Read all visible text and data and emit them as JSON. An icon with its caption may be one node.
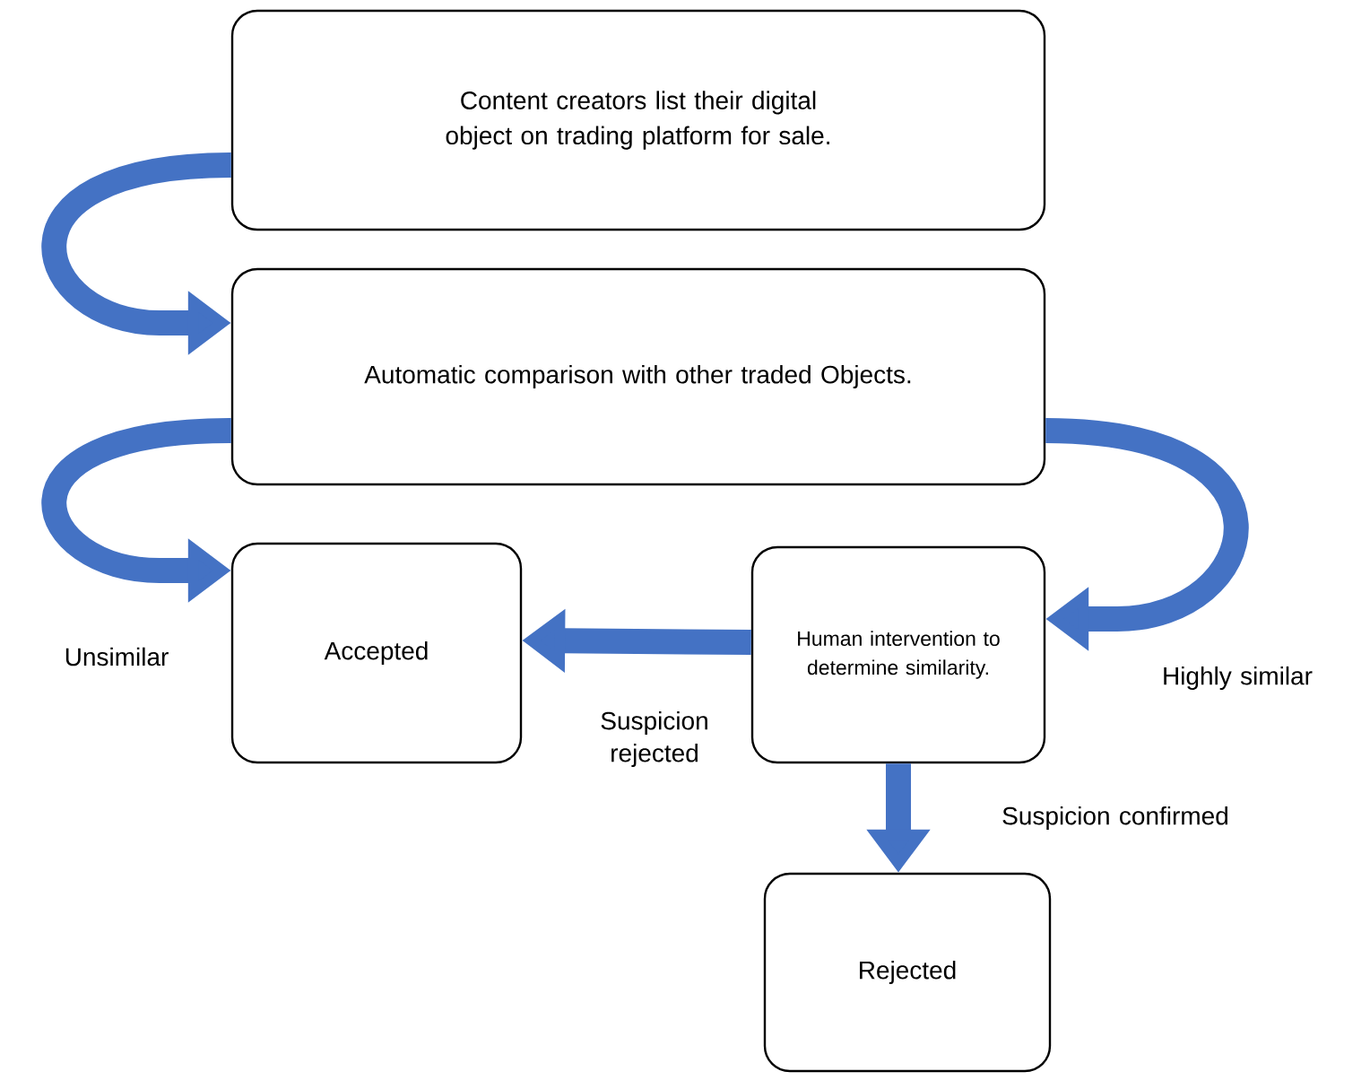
{
  "diagram": {
    "nodes": [
      {
        "text": [
          "Content creators list their digital object on trading platform for sale."
        ]
      },
      {
        "text": [
          "Automatic comparison with other traded Objects."
        ]
      },
      {
        "text": [
          "Accepted"
        ]
      },
      {
        "text": [
          "Human intervention to determine similarity."
        ]
      },
      {
        "text": [
          "Rejected"
        ]
      }
    ],
    "edges": [
      {
        "from": 0,
        "to": 1,
        "arrow": "to"
      },
      {
        "from": 1,
        "to": 2,
        "arrow": "to",
        "label": "Unsimilar"
      },
      {
        "from": 1,
        "to": 3,
        "arrow": "to",
        "label": "Highly similar"
      },
      {
        "from": 3,
        "to": 2,
        "arrow": "to",
        "label": "Suspicion rejected"
      },
      {
        "from": 3,
        "to": 4,
        "arrow": "to",
        "label": "Suspicion confirmed"
      }
    ]
  }
}
